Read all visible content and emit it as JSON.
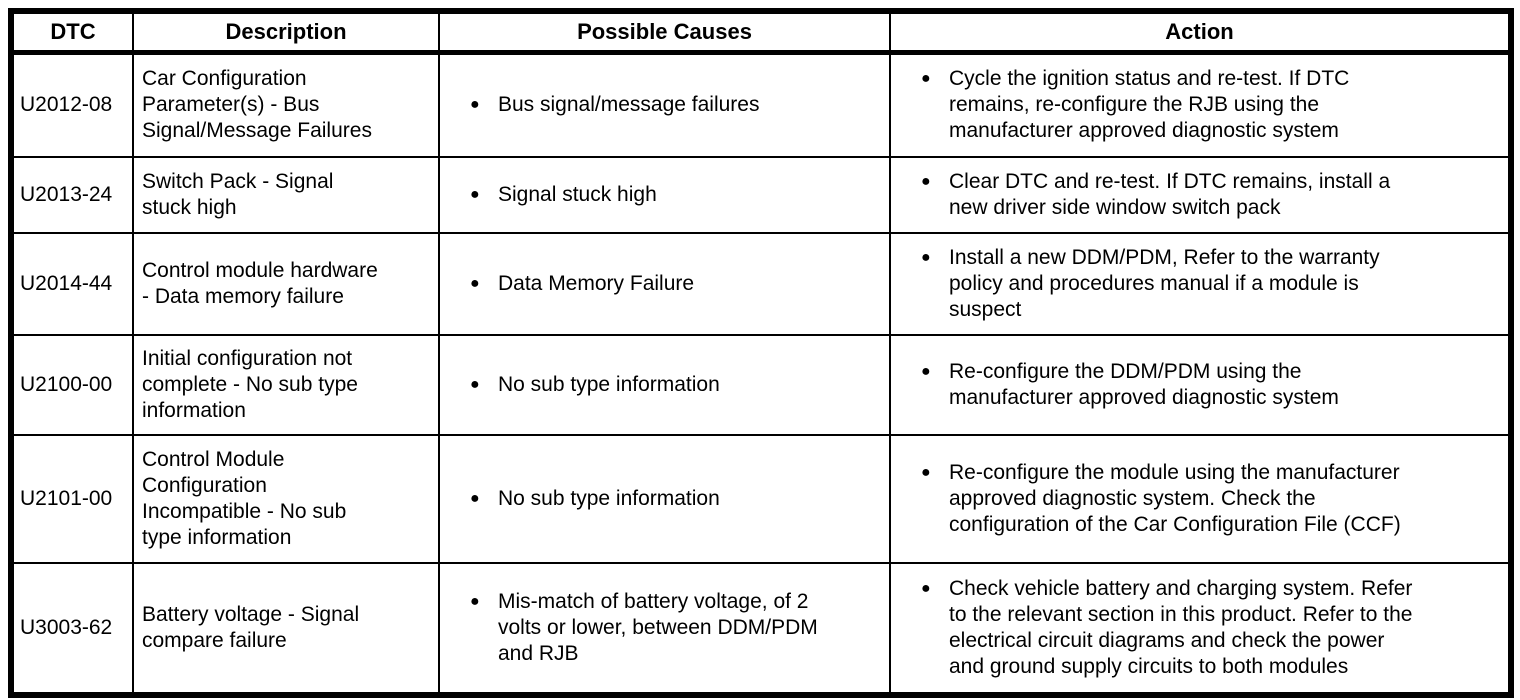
{
  "colors": {
    "text": "#000000",
    "border": "#000000",
    "background": "#ffffff"
  },
  "table": {
    "bullet": "●",
    "columns": {
      "dtc": "DTC",
      "description": "Description",
      "possible_causes": "Possible Causes",
      "action": "Action"
    },
    "rows": [
      {
        "dtc": "U2012-08",
        "description": "Car Configuration\nParameter(s) - Bus\nSignal/Message Failures",
        "causes": [
          "Bus signal/message failures"
        ],
        "actions": [
          "Cycle the ignition status and re-test. If DTC\nremains, re-configure the RJB using the\nmanufacturer approved diagnostic system"
        ]
      },
      {
        "dtc": "U2013-24",
        "description": "Switch Pack - Signal\nstuck high",
        "causes": [
          "Signal stuck high"
        ],
        "actions": [
          "Clear DTC and re-test. If DTC remains, install a\nnew driver side window switch pack"
        ]
      },
      {
        "dtc": "U2014-44",
        "description": "Control module hardware\n- Data memory failure",
        "causes": [
          "Data Memory Failure"
        ],
        "actions": [
          "Install a new DDM/PDM, Refer to the warranty\npolicy and procedures manual if a module is\nsuspect"
        ]
      },
      {
        "dtc": "U2100-00",
        "description": "Initial configuration not\ncomplete - No sub type\ninformation",
        "causes": [
          "No sub type information"
        ],
        "actions": [
          "Re-configure the DDM/PDM using the\nmanufacturer approved diagnostic system"
        ]
      },
      {
        "dtc": "U2101-00",
        "description": "Control Module\nConfiguration\nIncompatible - No sub\ntype information",
        "causes": [
          "No sub type information"
        ],
        "actions": [
          "Re-configure the module using the manufacturer\napproved diagnostic system. Check the\nconfiguration of the Car Configuration File (CCF)"
        ]
      },
      {
        "dtc": "U3003-62",
        "description": "Battery voltage - Signal\ncompare failure",
        "causes": [
          "Mis-match of battery voltage, of 2\nvolts or lower, between DDM/PDM\nand RJB"
        ],
        "actions": [
          "Check vehicle battery and charging system. Refer\nto the relevant section in this product. Refer to the\nelectrical circuit diagrams and check the power\nand ground supply circuits to both modules"
        ]
      }
    ]
  }
}
